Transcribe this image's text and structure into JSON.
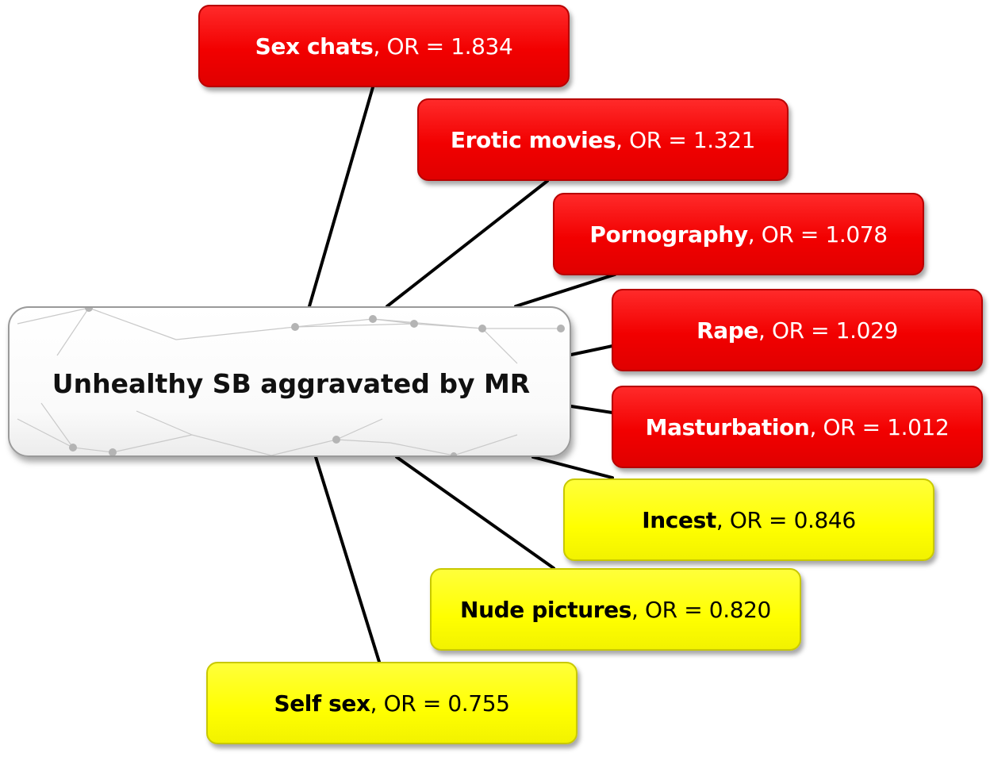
{
  "center": {
    "title": "Unhealthy SB aggravated by MR"
  },
  "nodes": [
    {
      "id": "sex-chats",
      "factor": "Sex chats",
      "or_text": ", OR = 1.834",
      "or": 1.834,
      "level": "high"
    },
    {
      "id": "erotic-movies",
      "factor": "Erotic movies",
      "or_text": ", OR = 1.321",
      "or": 1.321,
      "level": "high"
    },
    {
      "id": "pornography",
      "factor": "Pornography",
      "or_text": ", OR = 1.078",
      "or": 1.078,
      "level": "high"
    },
    {
      "id": "rape",
      "factor": "Rape",
      "or_text": ", OR = 1.029",
      "or": 1.029,
      "level": "high"
    },
    {
      "id": "masturbation",
      "factor": "Masturbation",
      "or_text": ", OR = 1.012",
      "or": 1.012,
      "level": "high"
    },
    {
      "id": "incest",
      "factor": "Incest",
      "or_text": ", OR = 0.846",
      "or": 0.846,
      "level": "low"
    },
    {
      "id": "nude-pictures",
      "factor": "Nude pictures",
      "or_text": ", OR = 0.820",
      "or": 0.82,
      "level": "low"
    },
    {
      "id": "self-sex",
      "factor": "Self sex",
      "or_text": ", OR = 0.755",
      "or": 0.755,
      "level": "low"
    }
  ],
  "colors": {
    "high": "#f20000",
    "low": "#ffff00",
    "connector": "#000000"
  }
}
